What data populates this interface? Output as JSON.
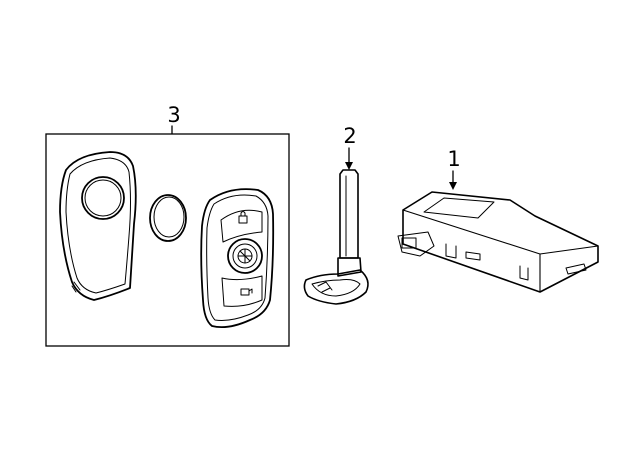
{
  "diagram": {
    "callouts": [
      {
        "id": "1",
        "label": "1",
        "part": "control-module"
      },
      {
        "id": "2",
        "label": "2",
        "part": "key-blade"
      },
      {
        "id": "3",
        "label": "3",
        "part": "key-fob-kit"
      }
    ],
    "colors": {
      "line": "#000000",
      "background": "#ffffff",
      "box_fill": "#ffffff"
    },
    "icons": [
      "lock-icon",
      "unlock-icon",
      "remote-start-icon",
      "trunk-release-icon"
    ]
  }
}
